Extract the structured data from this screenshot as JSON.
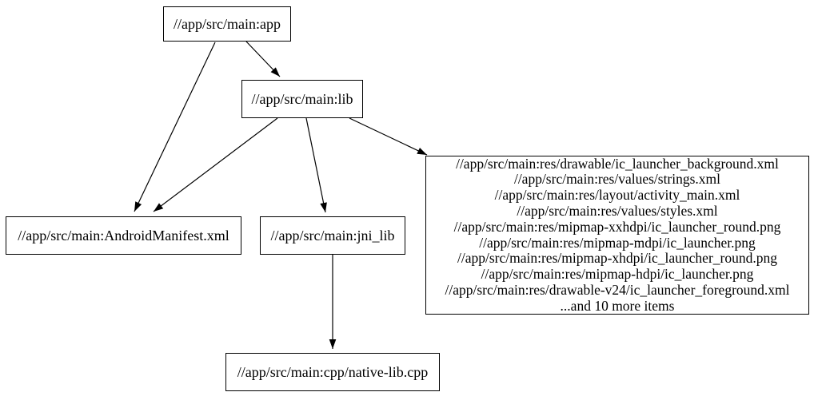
{
  "diagram": {
    "type": "dependency-graph",
    "background": "#ffffff",
    "colors": {
      "node_border": "#000000",
      "node_fill": "#ffffff",
      "edge": "#000000",
      "text": "#000000"
    },
    "nodes": {
      "app": {
        "label": "//app/src/main:app"
      },
      "lib": {
        "label": "//app/src/main:lib"
      },
      "manifest": {
        "label": "//app/src/main:AndroidManifest.xml"
      },
      "jni_lib": {
        "label": "//app/src/main:jni_lib"
      },
      "native_cpp": {
        "label": "//app/src/main:cpp/native-lib.cpp"
      },
      "resources": {
        "lines": [
          "//app/src/main:res/drawable/ic_launcher_background.xml",
          "//app/src/main:res/values/strings.xml",
          "//app/src/main:res/layout/activity_main.xml",
          "//app/src/main:res/values/styles.xml",
          "//app/src/main:res/mipmap-xxhdpi/ic_launcher_round.png",
          "//app/src/main:res/mipmap-mdpi/ic_launcher.png",
          "//app/src/main:res/mipmap-xhdpi/ic_launcher_round.png",
          "//app/src/main:res/mipmap-hdpi/ic_launcher.png",
          "//app/src/main:res/drawable-v24/ic_launcher_foreground.xml",
          "...and 10 more items"
        ]
      }
    },
    "edges": [
      {
        "from": "app",
        "to": "manifest"
      },
      {
        "from": "app",
        "to": "lib"
      },
      {
        "from": "lib",
        "to": "manifest"
      },
      {
        "from": "lib",
        "to": "jni_lib"
      },
      {
        "from": "lib",
        "to": "resources"
      },
      {
        "from": "jni_lib",
        "to": "native_cpp"
      }
    ]
  }
}
